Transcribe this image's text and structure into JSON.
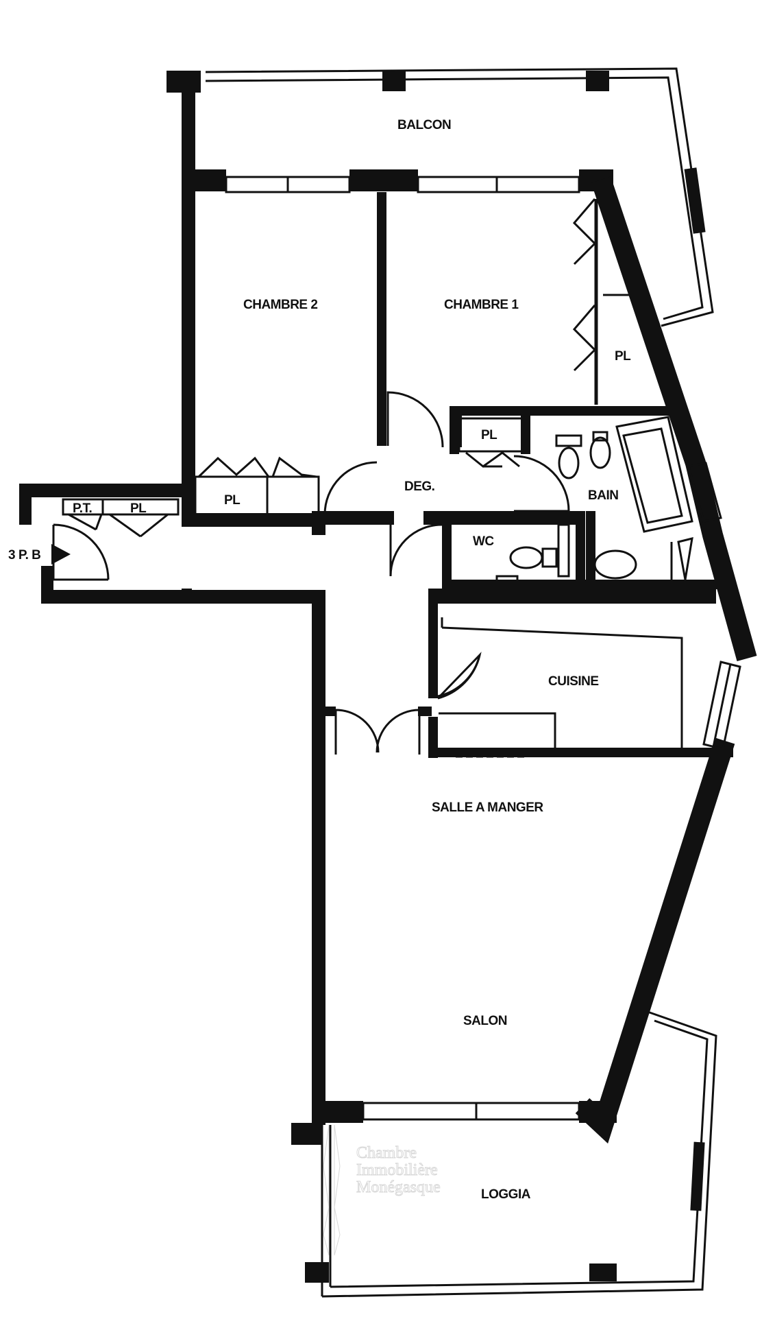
{
  "rooms": {
    "balcon": "BALCON",
    "chambre2": "CHAMBRE 2",
    "chambre1": "CHAMBRE 1",
    "pl_bedroom1": "PL",
    "pl_bath": "PL",
    "deg": "DEG.",
    "bain": "BAIN",
    "wc": "WC",
    "pl_hall": "PL",
    "pl_entry": "PL",
    "pt": "P.T.",
    "entrance": "3 P. B",
    "cuisine": "CUISINE",
    "salle_a_manger": "SALLE A MANGER",
    "salon": "SALON",
    "loggia": "LOGGIA"
  },
  "watermark": {
    "line1": "Chambre",
    "line2": "Immobilière",
    "line3": "Monégasque"
  },
  "colors": {
    "wall": "#111111",
    "background": "#ffffff",
    "watermark": "#d7d7d7"
  }
}
